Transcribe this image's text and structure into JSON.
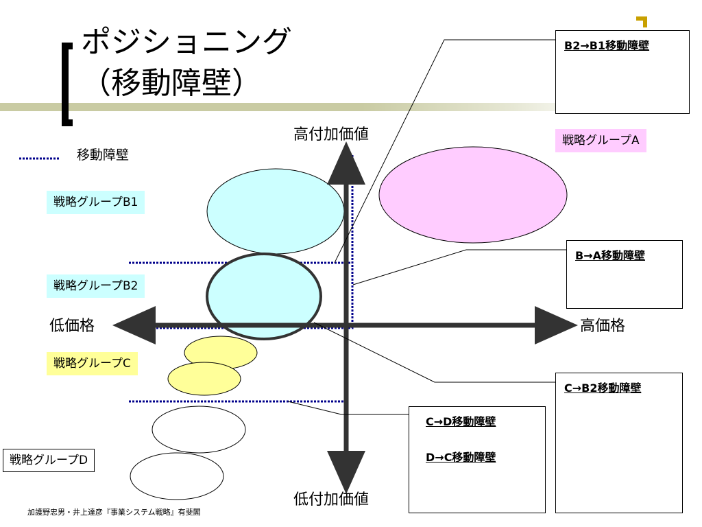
{
  "title": {
    "line1": "ポジショニング",
    "line2": "（移動障壁）"
  },
  "legend": {
    "label": "移動障壁"
  },
  "axes": {
    "y_top": "高付加価値",
    "y_bottom": "低付加価値",
    "x_left": "低価格",
    "x_right": "高価格"
  },
  "groups": {
    "a": "戦略グループA",
    "b1": "戦略グループB1",
    "b2": "戦略グループB2",
    "c": "戦略グループC",
    "d": "戦略グループD"
  },
  "callouts": {
    "b2_b1": "B2→B1移動障壁",
    "b_a": "B→A移動障壁",
    "c_b2": "C→B2移動障壁",
    "c_d": "C→D移動障壁",
    "d_c": "D→C移動障壁"
  },
  "source": "加護野忠男・井上達彦『事業システム戦略』有斐閣",
  "colors": {
    "accent_bar": "#c9cba3",
    "gold_marker": "#c8a000",
    "barrier": "#00008b",
    "group_a_fill": "#ffccff",
    "group_b_fill": "#ccffff",
    "group_c_fill": "#ffff99",
    "axis": "#333333"
  }
}
